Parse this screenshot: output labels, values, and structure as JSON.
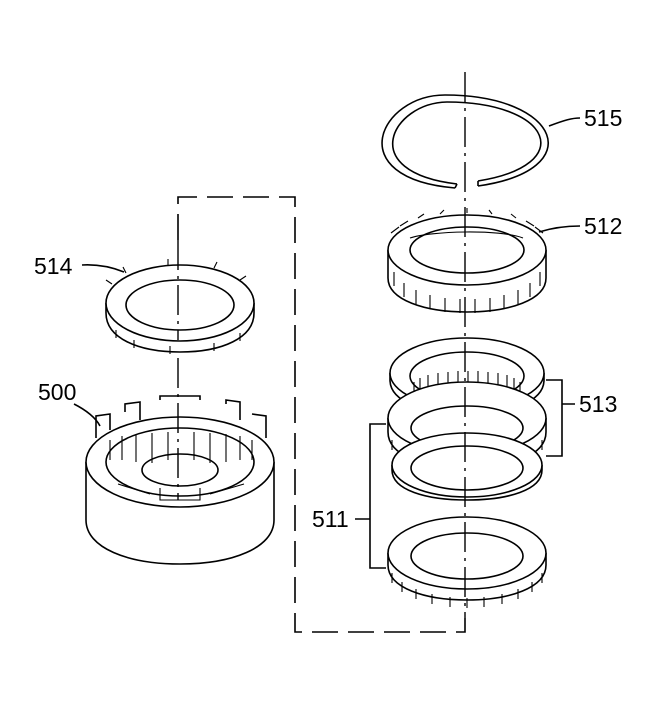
{
  "labels": {
    "p515": "515",
    "p512": "512",
    "p514": "514",
    "p500": "500",
    "p513": "513",
    "p511": "511"
  }
}
